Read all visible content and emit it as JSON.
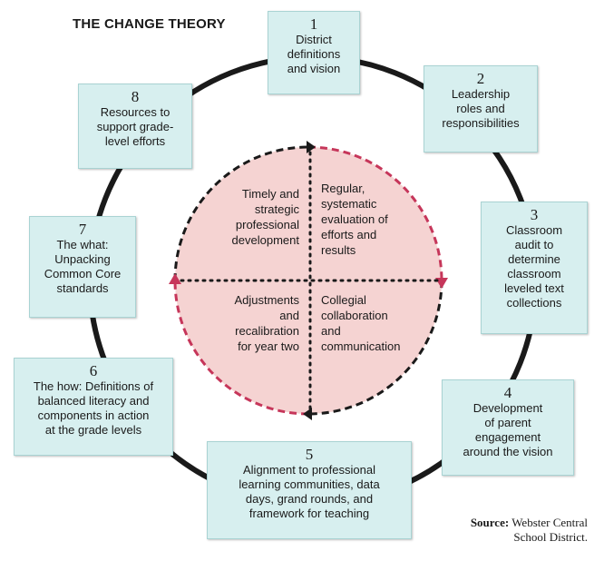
{
  "title": "THE CHANGE THEORY",
  "steps": [
    {
      "number": "1",
      "text": "District\ndefinitions\nand vision"
    },
    {
      "number": "2",
      "text": "Leadership\nroles and\nresponsibilities"
    },
    {
      "number": "3",
      "text": "Classroom\naudit to\ndetermine\nclassroom\nleveled text\ncollections"
    },
    {
      "number": "4",
      "text": "Development\nof parent\nengagement\naround the vision"
    },
    {
      "number": "5",
      "text": "Alignment to professional\nlearning communities, data\ndays, grand rounds, and\nframework for teaching"
    },
    {
      "number": "6",
      "text": "The how: Definitions of\nbalanced literacy and\ncomponents in action\nat the grade levels"
    },
    {
      "number": "7",
      "text": "The what:\nUnpacking\nCommon Core\nstandards"
    },
    {
      "number": "8",
      "text": "Resources to\nsupport grade-\nlevel efforts"
    }
  ],
  "cycle": {
    "top_left": "Timely and\nstrategic\nprofessional\ndevelopment",
    "top_right": "Regular,\nsystematic\nevaluation of\nefforts and\nresults",
    "bottom_left": "Adjustments\nand\nrecalibration\nfor year two",
    "bottom_right": "Collegial\ncollaboration\nand\ncommunication"
  },
  "source": {
    "label": "Source:",
    "text": "Webster Central\nSchool District."
  },
  "colors": {
    "box_fill": "#d7efef",
    "circle_fill": "#f5d3d2",
    "arrow_pink": "#c6365a",
    "ring": "#1a1a1a"
  }
}
